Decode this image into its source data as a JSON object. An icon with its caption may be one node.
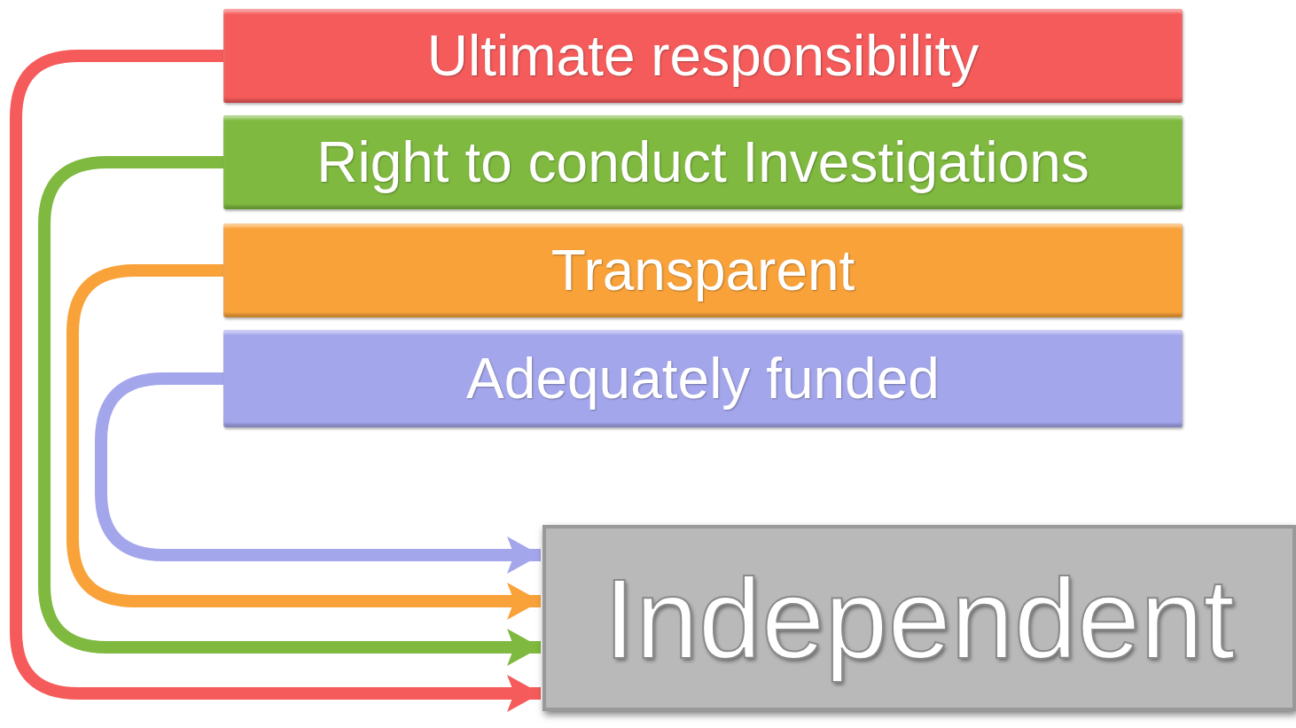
{
  "diagram": {
    "nodes": [
      {
        "text": [
          "Ultimate responsibility"
        ]
      },
      {
        "text": [
          "Right to conduct Investigations"
        ]
      },
      {
        "text": [
          "Transparent"
        ]
      },
      {
        "text": [
          "Adequately funded"
        ]
      },
      {
        "text": [
          "Independent"
        ]
      }
    ],
    "edges": [
      {
        "from": 0,
        "to": 4,
        "arrow": "to",
        "color": "#f55b5b"
      },
      {
        "from": 1,
        "to": 4,
        "arrow": "to",
        "color": "#7fb93f"
      },
      {
        "from": 2,
        "to": 4,
        "arrow": "to",
        "color": "#f9a23a"
      },
      {
        "from": 3,
        "to": 4,
        "arrow": "to",
        "color": "#a4a6ec"
      }
    ]
  }
}
